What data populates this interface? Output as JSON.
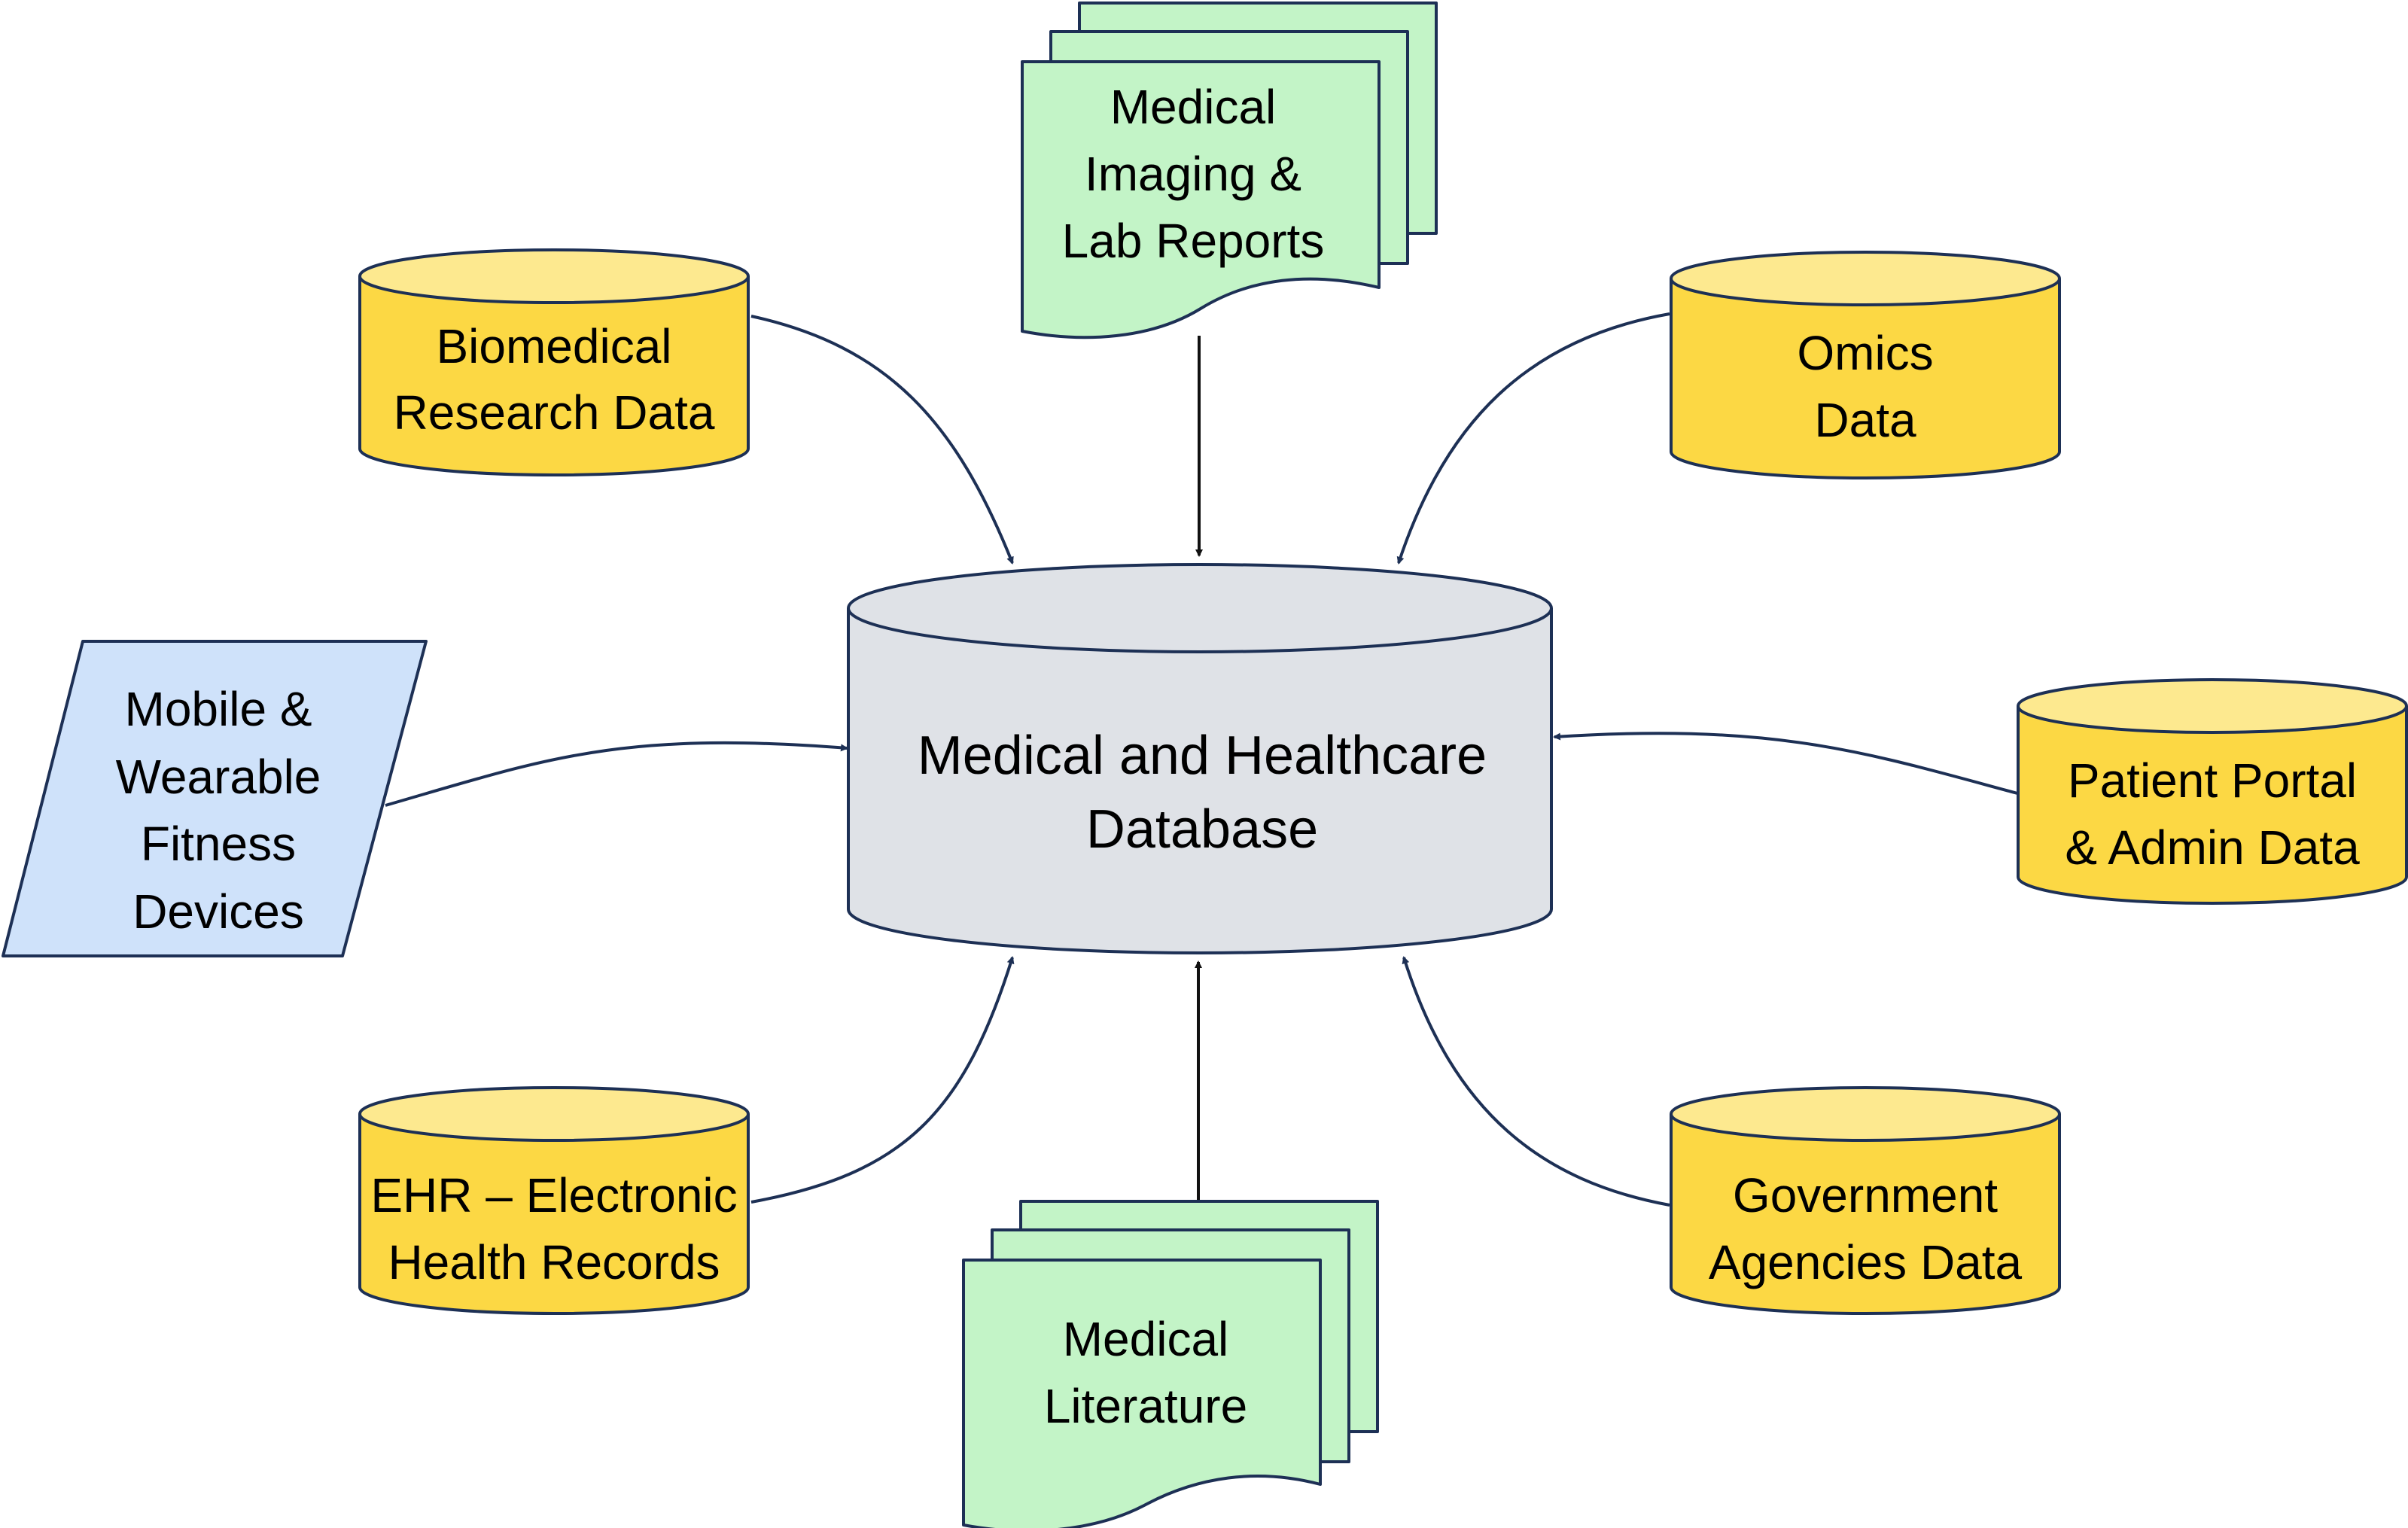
{
  "diagram": {
    "center": {
      "id": "medical-db",
      "shape": "cylinder",
      "lines": [
        "Medical and Healthcare",
        "Database"
      ]
    },
    "sources": [
      {
        "id": "biomedical-research",
        "shape": "cylinder",
        "lines": [
          "Biomedical",
          "Research Data"
        ]
      },
      {
        "id": "medical-imaging",
        "shape": "multi-document",
        "lines": [
          "Medical",
          "Imaging &",
          "Lab Reports"
        ]
      },
      {
        "id": "omics",
        "shape": "cylinder",
        "lines": [
          "Omics",
          "Data"
        ]
      },
      {
        "id": "mobile-wearable",
        "shape": "parallelogram",
        "lines": [
          "Mobile &",
          "Wearable",
          "Fitness",
          "Devices"
        ]
      },
      {
        "id": "patient-portal",
        "shape": "cylinder",
        "lines": [
          "Patient Portal",
          "& Admin Data"
        ]
      },
      {
        "id": "ehr",
        "shape": "cylinder",
        "lines": [
          "EHR – Electronic",
          "Health Records"
        ]
      },
      {
        "id": "medical-literature",
        "shape": "multi-document",
        "lines": [
          "Medical",
          "Literature"
        ]
      },
      {
        "id": "government",
        "shape": "cylinder",
        "lines": [
          "Government",
          "Agencies Data"
        ]
      }
    ],
    "edges": [
      {
        "from": "biomedical-research",
        "to": "medical-db"
      },
      {
        "from": "medical-imaging",
        "to": "medical-db"
      },
      {
        "from": "omics",
        "to": "medical-db"
      },
      {
        "from": "mobile-wearable",
        "to": "medical-db"
      },
      {
        "from": "patient-portal",
        "to": "medical-db"
      },
      {
        "from": "ehr",
        "to": "medical-db"
      },
      {
        "from": "medical-literature",
        "to": "medical-db"
      },
      {
        "from": "government",
        "to": "medical-db"
      }
    ],
    "colors": {
      "cylinder_body": "#fcd844",
      "cylinder_top": "#fde98f",
      "document_fill": "#c3f4c7",
      "parallelogram_fill": "#cfe2fa",
      "center_fill": "#dfe2e7",
      "stroke": "#1d3055",
      "arrow_straight": "#111111"
    }
  }
}
